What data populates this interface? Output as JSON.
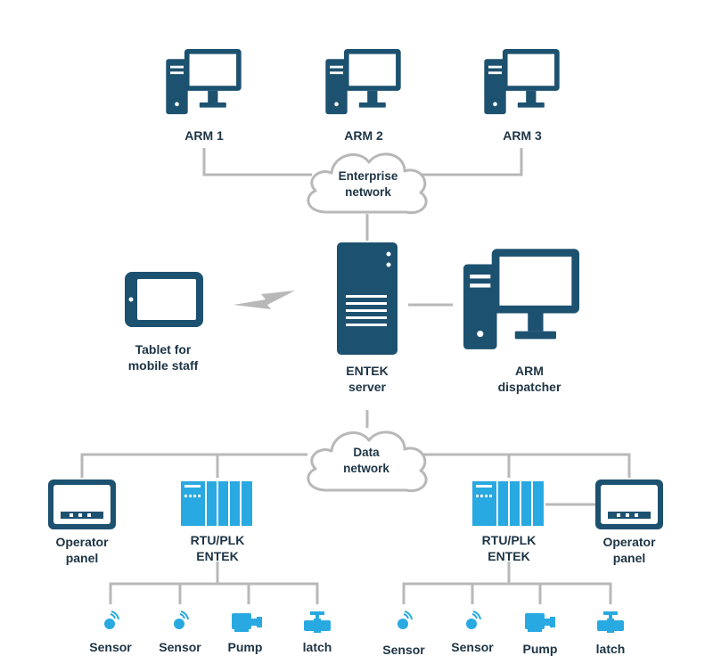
{
  "colors": {
    "navy": "#1d5170",
    "cyan": "#29a9e1",
    "line": "#b8b8b8",
    "cloud_stroke": "#b8b8b8",
    "text": "#1d3445"
  },
  "top_workstations": [
    {
      "label": "ARM 1",
      "icon": "desktop-computer-icon"
    },
    {
      "label": "ARM 2",
      "icon": "desktop-computer-icon"
    },
    {
      "label": "ARM 3",
      "icon": "desktop-computer-icon"
    }
  ],
  "enterprise_network": {
    "line1": "Enterprise",
    "line2": "network",
    "icon": "cloud-icon"
  },
  "tablet": {
    "line1": "Tablet for",
    "line2": "mobile staff",
    "icon": "tablet-icon"
  },
  "wireless_link": {
    "icon": "lightning-bolt-icon"
  },
  "server": {
    "line1": "ENTEK",
    "line2": "server",
    "icon": "server-tower-icon"
  },
  "dispatcher": {
    "line1": "ARM",
    "line2": "dispatcher",
    "icon": "desktop-computer-icon"
  },
  "data_network": {
    "line1": "Data",
    "line2": "network",
    "icon": "cloud-icon"
  },
  "left_group": {
    "operator_panel": {
      "line1": "Operator",
      "line2": "panel",
      "icon": "operator-panel-icon"
    },
    "rtu": {
      "line1": "RTU/PLK",
      "line2": "ENTEK",
      "icon": "rtu-plc-rack-icon"
    },
    "devices": [
      {
        "label": "Sensor",
        "icon": "sensor-icon"
      },
      {
        "label": "Sensor",
        "icon": "sensor-icon"
      },
      {
        "label": "Pump",
        "icon": "pump-icon"
      },
      {
        "label": "latch",
        "icon": "valve-latch-icon"
      }
    ]
  },
  "right_group": {
    "operator_panel": {
      "line1": "Operator",
      "line2": "panel",
      "icon": "operator-panel-icon"
    },
    "rtu": {
      "line1": "RTU/PLK",
      "line2": "ENTEK",
      "icon": "rtu-plc-rack-icon"
    },
    "devices": [
      {
        "label": "Sensor",
        "icon": "sensor-icon"
      },
      {
        "label": "Sensor",
        "icon": "sensor-icon"
      },
      {
        "label": "Pump",
        "icon": "pump-icon"
      },
      {
        "label": "latch",
        "icon": "valve-latch-icon"
      }
    ]
  }
}
